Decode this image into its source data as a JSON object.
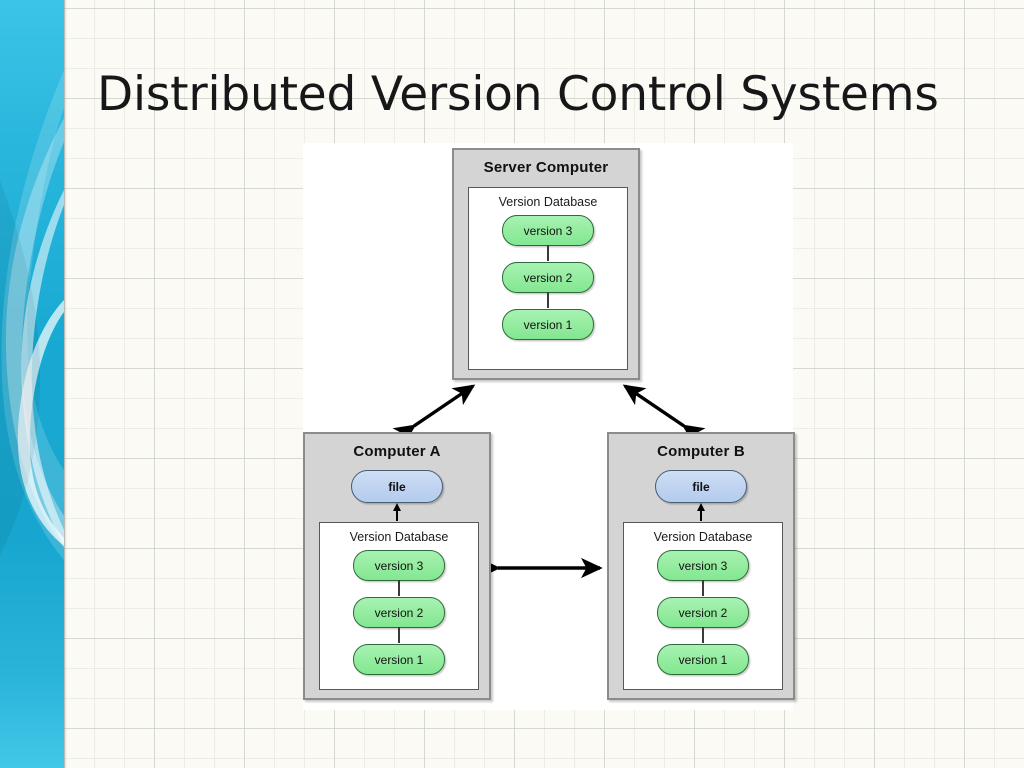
{
  "slide": {
    "title": "Distributed Version Control Systems",
    "background_color": "#fbfaf4",
    "accent_color": "#18a9d2"
  },
  "diagram": {
    "box_fill": "#d4d4d4",
    "version_pill_color": "#93ec9f",
    "file_pill_color": "#bed3f0",
    "nodes": [
      {
        "id": "server",
        "title": "Server Computer",
        "has_file": false,
        "database": {
          "title": "Version Database",
          "versions": [
            "version 3",
            "version 2",
            "version 1"
          ]
        }
      },
      {
        "id": "computer-a",
        "title": "Computer A",
        "has_file": true,
        "file_label": "file",
        "database": {
          "title": "Version Database",
          "versions": [
            "version 3",
            "version 2",
            "version 1"
          ]
        }
      },
      {
        "id": "computer-b",
        "title": "Computer B",
        "has_file": true,
        "file_label": "file",
        "database": {
          "title": "Version Database",
          "versions": [
            "version 3",
            "version 2",
            "version 1"
          ]
        }
      }
    ],
    "connections": [
      {
        "from": "computer-a",
        "to": "server",
        "style": "double-arrow"
      },
      {
        "from": "computer-b",
        "to": "server",
        "style": "double-arrow"
      },
      {
        "from": "computer-a",
        "to": "computer-b",
        "style": "double-arrow"
      }
    ]
  }
}
